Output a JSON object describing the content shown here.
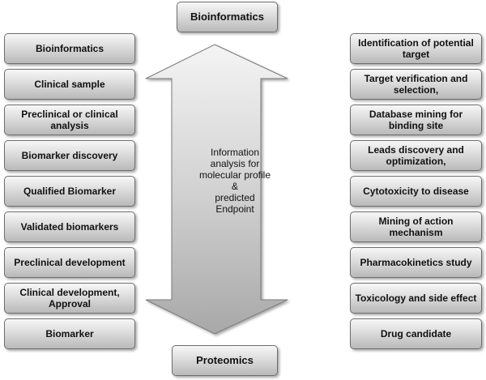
{
  "top_box": "Bioinformatics",
  "bottom_box": "Proteomics",
  "arrow_text": [
    "Information",
    "analysis for",
    "molecular profile",
    "&",
    "predicted",
    "Endpoint"
  ],
  "left_column": [
    "Bioinformatics",
    "Clinical sample",
    "Preclinical or clinical analysis",
    "Biomarker discovery",
    "Qualified Biomarker",
    "Validated biomarkers",
    "Preclinical development",
    "Clinical development, Approval",
    "Biomarker"
  ],
  "right_column": [
    "Identification of potential target",
    "Target  verification and selection,",
    "Database mining for binding site",
    "Leads discovery and optimization,",
    "Cytotoxicity to disease",
    "Mining of action mechanism",
    "Pharmacokinetics study",
    "Toxicology and side effect",
    "Drug candidate"
  ],
  "colors": {
    "box_top": "#f7f7f7",
    "box_bottom": "#b9b9b9",
    "arrow_light": "#f2f2f2",
    "arrow_dark": "#9a9a9a"
  }
}
